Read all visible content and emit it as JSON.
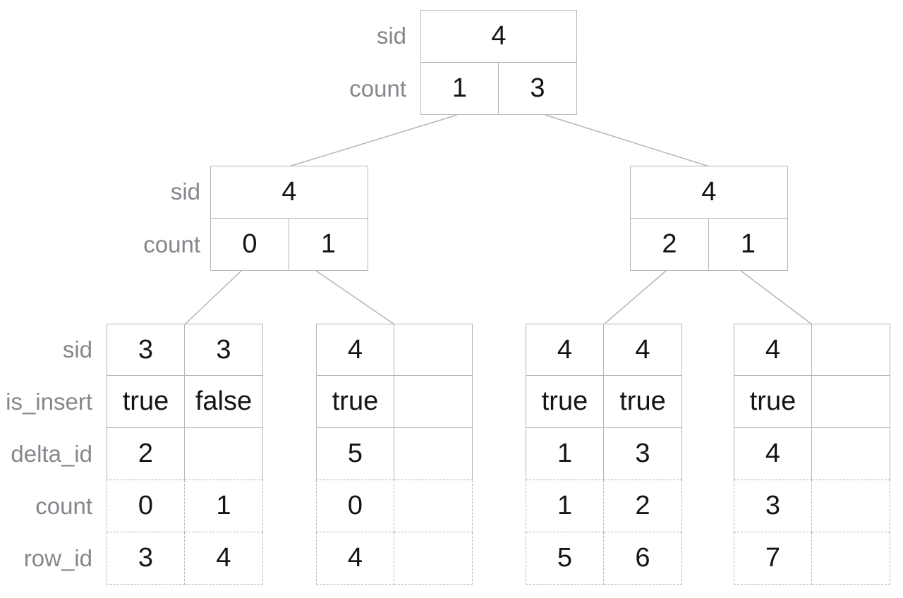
{
  "diagram_title": "",
  "labels": {
    "internal": [
      "sid",
      "count"
    ],
    "leaf": [
      "sid",
      "is_insert",
      "delta_id",
      "count",
      "row_id"
    ]
  },
  "tree": {
    "root": {
      "sid": "4",
      "count": [
        "1",
        "3"
      ]
    },
    "internal": [
      {
        "sid": "4",
        "count": [
          "0",
          "1"
        ]
      },
      {
        "sid": "4",
        "count": [
          "2",
          "1"
        ]
      }
    ],
    "leaves": [
      {
        "sid": [
          "3",
          "3"
        ],
        "is_insert": [
          "true",
          "false"
        ],
        "delta_id": [
          "2",
          ""
        ],
        "count": [
          "0",
          "1"
        ],
        "row_id": [
          "3",
          "4"
        ]
      },
      {
        "sid": [
          "4",
          ""
        ],
        "is_insert": [
          "true",
          ""
        ],
        "delta_id": [
          "5",
          ""
        ],
        "count": [
          "0",
          ""
        ],
        "row_id": [
          "4",
          ""
        ]
      },
      {
        "sid": [
          "4",
          "4"
        ],
        "is_insert": [
          "true",
          "true"
        ],
        "delta_id": [
          "1",
          "3"
        ],
        "count": [
          "1",
          "2"
        ],
        "row_id": [
          "5",
          "6"
        ]
      },
      {
        "sid": [
          "4",
          ""
        ],
        "is_insert": [
          "true",
          ""
        ],
        "delta_id": [
          "4",
          ""
        ],
        "count": [
          "3",
          ""
        ],
        "row_id": [
          "7",
          ""
        ]
      }
    ]
  },
  "colors": {
    "border": "#b4b6bd",
    "label_text": "#85878c",
    "value_text": "#141414",
    "background": "#ffffff"
  }
}
